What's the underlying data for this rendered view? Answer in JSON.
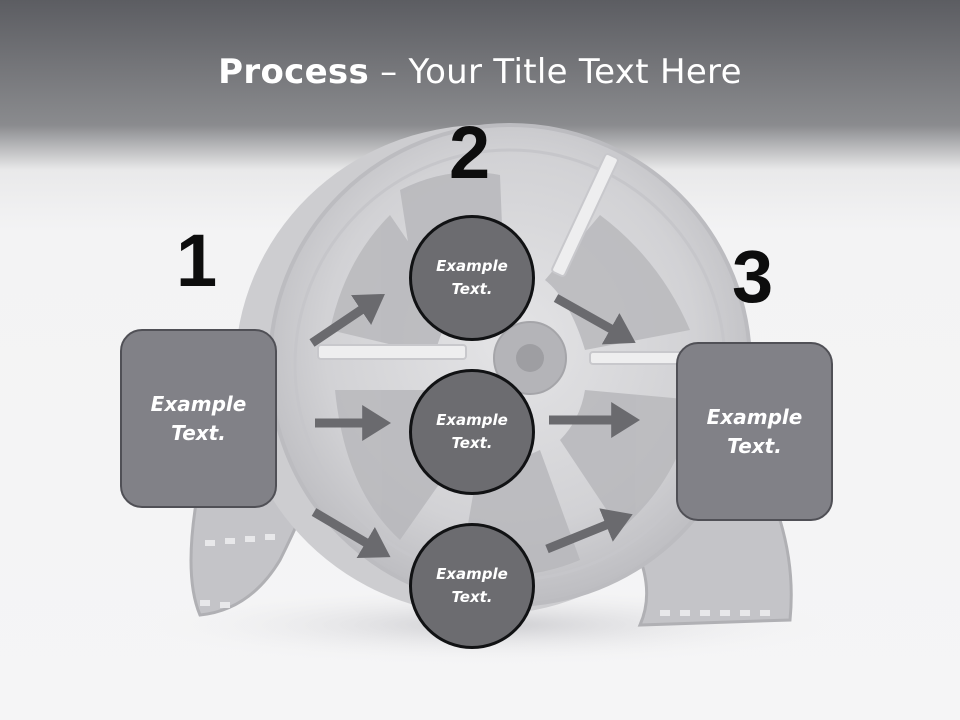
{
  "title": {
    "bold": "Process",
    "rest": " – Your Title Text Here"
  },
  "steps": [
    {
      "number": "1",
      "box_line1": "Example",
      "box_line2": "Text."
    },
    {
      "number": "2",
      "circles": [
        {
          "line1": "Example",
          "line2": "Text."
        },
        {
          "line1": "Example",
          "line2": "Text."
        },
        {
          "line1": "Example",
          "line2": "Text."
        }
      ]
    },
    {
      "number": "3",
      "box_line1": "Example",
      "box_line2": "Text."
    }
  ],
  "colors": {
    "box_fill": "#818187",
    "circle_fill": "#6c6c70",
    "arrow": "#6a6a6e",
    "number": "#0d0d0d"
  },
  "icons": {
    "background": "film-reel-illustration"
  }
}
